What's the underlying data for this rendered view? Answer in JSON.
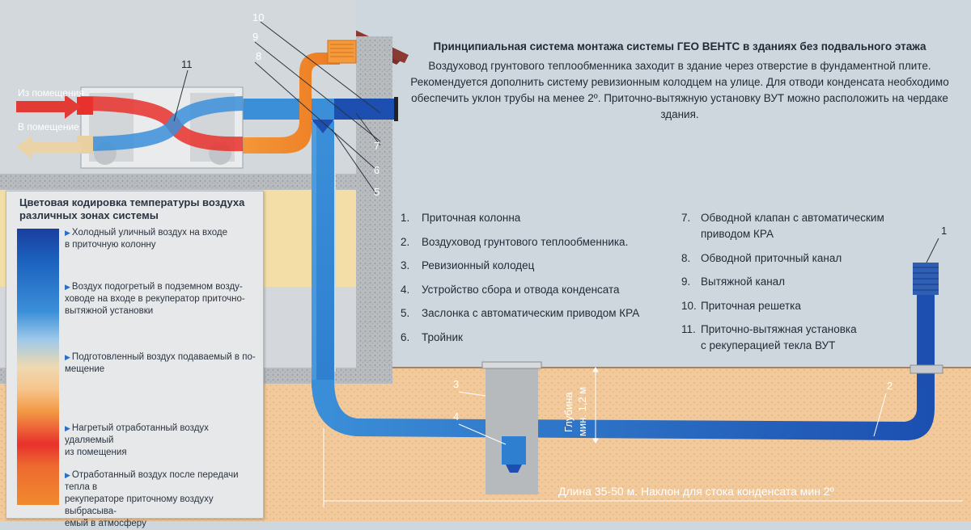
{
  "description": {
    "title": "Принципиальная система монтажа системы ГЕО ВЕНТС в зданиях без подвального этажа",
    "body": "Воздуховод грунтового теплообменника заходит в здание через отверстие в фундаментной плите. Рекомендуется дополнить систему ревизионным колодцем на улице. Для отводи конденсата необходимо обеспечить уклон трубы на менее 2º. Приточно-вытяжную установку ВУТ можно расположить на чердаке здания."
  },
  "components_left": [
    {
      "num": "1.",
      "label": "Приточная колонна"
    },
    {
      "num": "2.",
      "label": "Воздуховод грунтового теплообменника."
    },
    {
      "num": "3.",
      "label": "Ревизионный колодец"
    },
    {
      "num": "4.",
      "label": "Устройство сбора и отвода конденсата"
    },
    {
      "num": "5.",
      "label": "Заслонка с автоматическим приводом КРА"
    },
    {
      "num": "6.",
      "label": "Тройник"
    }
  ],
  "components_right": [
    {
      "num": "7.",
      "label": "Обводной клапан с автоматическим\nприводом КРА"
    },
    {
      "num": "8.",
      "label": "Обводной приточный канал"
    },
    {
      "num": "9.",
      "label": "Вытяжной канал"
    },
    {
      "num": "10.",
      "label": "Приточная решетка"
    },
    {
      "num": "11.",
      "label": "Приточно-вытяжная установка\nс рекуперацией текла ВУТ"
    }
  ],
  "legend": {
    "title": "Цветовая кодировка температуры воздуха различных зонах системы",
    "items": [
      "Холодный уличный воздух на входе\nв приточную колонну",
      "Воздух подогретый в подземном возду-\nховоде на входе в рекуператор приточно-\nвытяжной установки",
      "Подготовленный воздух подаваемый в по-\nмещение",
      "Нагретый отработанный воздух удаляемый\nиз помещения",
      "Отработанный воздух после передачи тепла в\nрекуператоре приточному воздуху выбрасыва-\nемый в атмосферу"
    ]
  },
  "labels": {
    "from_room": "Из помещения",
    "to_room": "В помещение",
    "depth": "Глубина",
    "depth_min": "мин. 1,2 м",
    "length": "Длина 35-50 м. Наклон для стока конденсата мин 2º"
  },
  "callouts": {
    "c1": "1",
    "c2": "2",
    "c3": "3",
    "c4": "4",
    "c5": "5",
    "c6": "6",
    "c7": "7",
    "c8": "8",
    "c9": "9",
    "c10": "10",
    "c11": "11"
  },
  "colors": {
    "sky": "#cfd7de",
    "soil": "#f2c99a",
    "wall": "#b9bcbf",
    "cold_blue": "#1c4fb0",
    "mid_blue": "#3b8fd8",
    "warm_orange": "#f08a2e",
    "hot_red": "#e8312c",
    "beige": "#e8d0a0"
  }
}
